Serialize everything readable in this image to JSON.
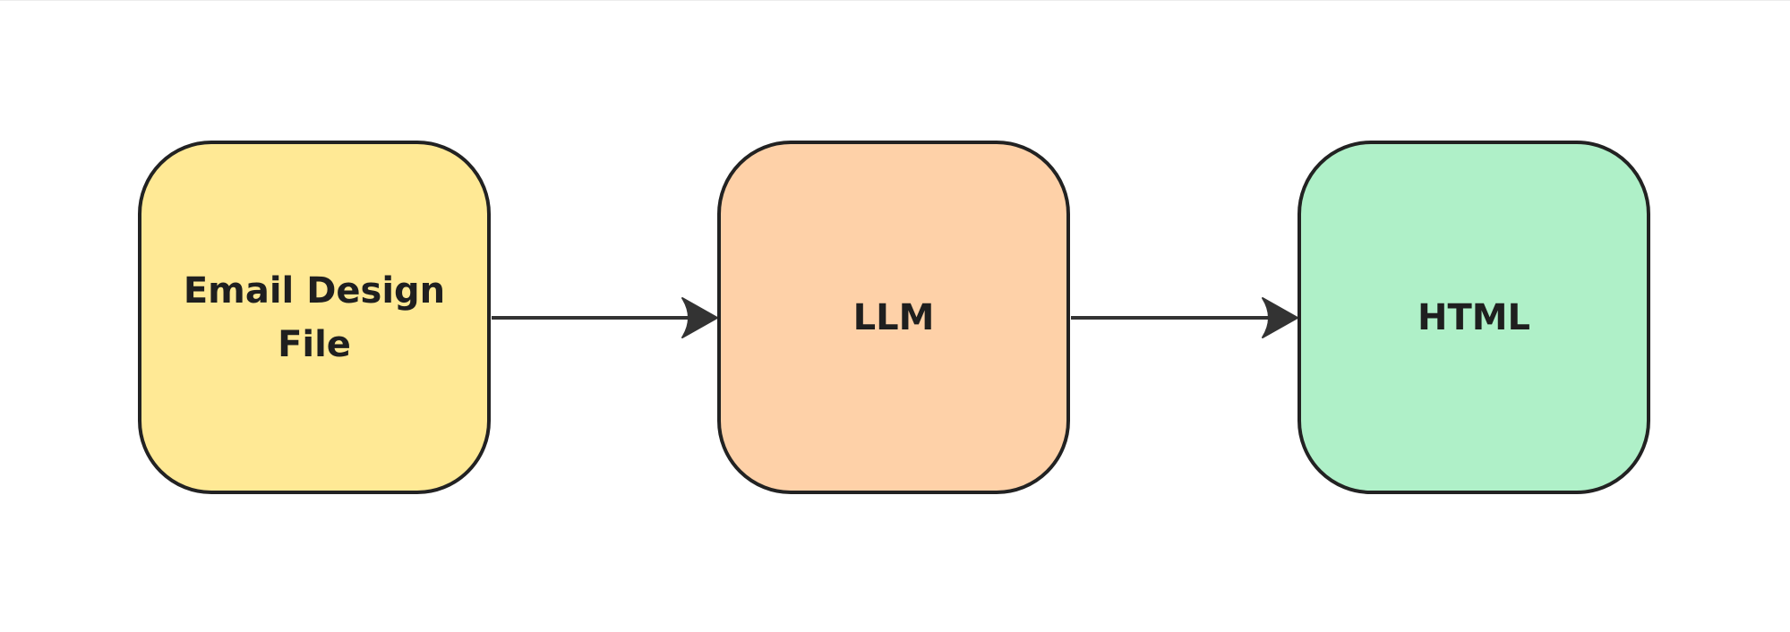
{
  "diagram": {
    "nodes": [
      {
        "id": "email-design-file",
        "label": "Email Design File",
        "fill": "#FFE995"
      },
      {
        "id": "llm",
        "label": "LLM",
        "fill": "#FED1A8"
      },
      {
        "id": "html",
        "label": "HTML",
        "fill": "#AFF0C8"
      }
    ],
    "edges": [
      {
        "from": "email-design-file",
        "to": "llm"
      },
      {
        "from": "llm",
        "to": "html"
      }
    ],
    "colors": {
      "stroke": "#222222",
      "arrow": "#333333",
      "text": "#1f1f1f"
    }
  }
}
